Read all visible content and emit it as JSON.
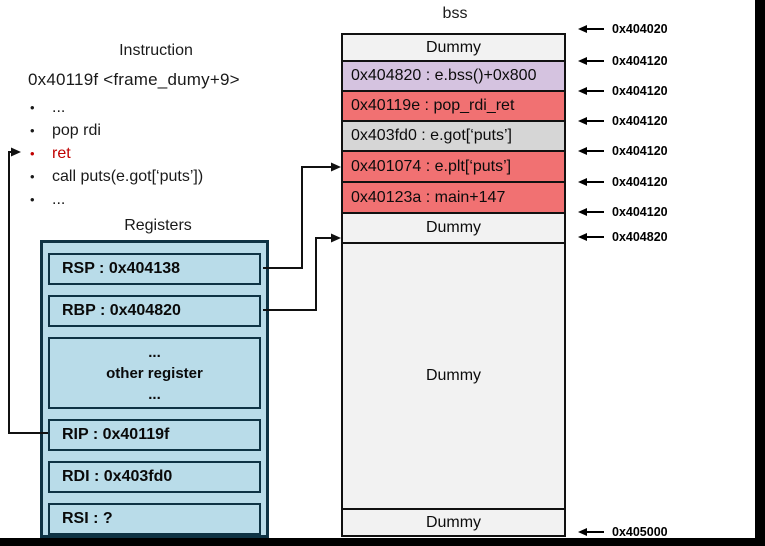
{
  "instruction": {
    "title": "Instruction",
    "header": "0x40119f <frame_dumy+9>",
    "bullet": "•",
    "items": [
      {
        "text": "...",
        "color": "#1a1a1a"
      },
      {
        "text": "pop rdi",
        "color": "#1a1a1a"
      },
      {
        "text": "ret",
        "color": "#c00000"
      },
      {
        "text": "call puts(e.got[‘puts’])",
        "color": "#1a1a1a"
      },
      {
        "text": "...",
        "color": "#1a1a1a"
      }
    ]
  },
  "registers": {
    "title": "Registers",
    "fill": "#b9dce9",
    "border_color": "#0e3344",
    "rows": [
      {
        "label": "RSP : 0x404138"
      },
      {
        "label": "RBP : 0x404820"
      },
      {
        "lines": [
          "...",
          "other register",
          "..."
        ]
      },
      {
        "label": "RIP : 0x40119f"
      },
      {
        "label": "RDI : 0x403fd0"
      },
      {
        "label": "RSI : ?"
      }
    ]
  },
  "bss": {
    "title": "bss",
    "rows": [
      {
        "text": "Dummy",
        "bg": "#f2f2f2"
      },
      {
        "text": "0x404820 : e.bss()+0x800",
        "bg": "#d5c3e0"
      },
      {
        "text": "0x40119e : pop_rdi_ret",
        "bg": "#f17172"
      },
      {
        "text": "0x403fd0 : e.got[‘puts’]",
        "bg": "#d6d6d6"
      },
      {
        "text": "0x401074 : e.plt[‘puts’]",
        "bg": "#f17172"
      },
      {
        "text": "0x40123a : main+147",
        "bg": "#f17172"
      },
      {
        "text": "Dummy",
        "bg": "#f2f2f2"
      },
      {
        "text": "Dummy",
        "bg": "#f2f2f2"
      },
      {
        "text": "Dummy",
        "bg": "#f2f2f2"
      }
    ]
  },
  "addresses": [
    {
      "text": "0x404020"
    },
    {
      "text": "0x404120"
    },
    {
      "text": "0x404120"
    },
    {
      "text": "0x404120"
    },
    {
      "text": "0x404120"
    },
    {
      "text": "0x404120"
    },
    {
      "text": "0x404120"
    },
    {
      "text": "0x404820"
    },
    {
      "text": "0x405000"
    }
  ],
  "colors": {
    "arrow": "#111111",
    "ret_highlight": "#c00000",
    "gadget_red": "#f17172",
    "bss_purple": "#d5c3e0",
    "got_gray": "#d6d6d6",
    "dummy_gray": "#f2f2f2",
    "register_blue": "#b9dce9"
  }
}
